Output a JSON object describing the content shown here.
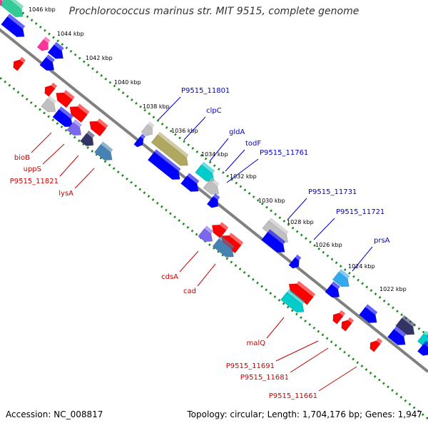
{
  "title": "Prochlorococcus marinus str. MIT 9515, complete genome",
  "accession": "Accession: NC_008817",
  "summary": "Topology: circular; Length: 1,704,176 bp; Genes: 1,947",
  "colors": {
    "backbone": "#808080",
    "tick": "#1e8a1e",
    "forward_label": "#0000cc",
    "reverse_label": "#cc0000",
    "gene_blue": "#0000ff",
    "gene_red": "#ff0000",
    "gene_grey": "#c0c0c0",
    "gene_teal": "#00cccc",
    "gene_olive": "#b0a860",
    "gene_steel": "#4682b4",
    "gene_purple": "#7b68ee",
    "gene_green": "#33cc99",
    "gene_magenta": "#ff3399",
    "gene_navy": "#333366",
    "gene_lightblue": "#33aaee"
  },
  "kbp_labels": [
    "1046 kbp",
    "1044 kbp",
    "1042 kbp",
    "1040 kbp",
    "1038 kbp",
    "1036 kbp",
    "1034 kbp",
    "1032 kbp",
    "1030 kbp",
    "1028 kbp",
    "1026 kbp",
    "1024 kbp",
    "1022 kbp"
  ],
  "forward_genes": [
    "P9515_11801",
    "clpC",
    "gldA",
    "todF",
    "P9515_11761",
    "P9515_11731",
    "P9515_11721",
    "prsA"
  ],
  "reverse_genes": [
    "bioB",
    "uppS",
    "P9515_11821",
    "lysA",
    "cdsA",
    "cad",
    "malQ",
    "P9515_11691",
    "P9515_11681",
    "P9515_11661"
  ]
}
